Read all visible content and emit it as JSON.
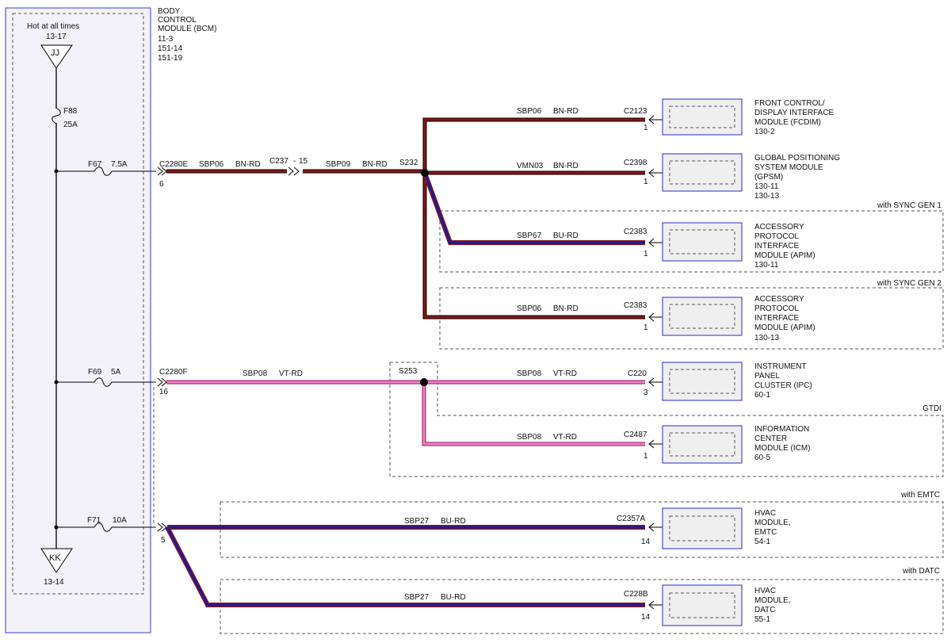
{
  "colors": {
    "bn_rd": "#8b1414",
    "bu_rd": "#1a1aa0",
    "vt_rd": "#f07ec8",
    "module_border": "#2a2ad0",
    "module_fill": "#efefef",
    "bcm_fill": "#f2f2f8"
  },
  "icons": {
    "power_source": "triangle-jj",
    "ground": "triangle-kk",
    "connector": "chevron-connector",
    "splice": "black-dot"
  },
  "bcm": {
    "hot_label": "Hot at all times",
    "hot_ref": "13-17",
    "source_letter": "JJ",
    "ground_letter": "KK",
    "ground_ref": "13-14",
    "title_lines": [
      "BODY",
      "CONTROL",
      "MODULE (BCM)",
      "11-3",
      "151-14",
      "151-19"
    ],
    "main_fuse": {
      "id": "F88",
      "rating": "25A"
    },
    "fuses": [
      {
        "id": "F67",
        "rating": "7.5A"
      },
      {
        "id": "F69",
        "rating": "5A"
      },
      {
        "id": "F71",
        "rating": "10A"
      }
    ]
  },
  "circuits": {
    "bcm_out_1": {
      "connector": "C2280E",
      "pin": "6",
      "circuit": "SBP06",
      "color": "BN-RD"
    },
    "inline_1": {
      "connector": "C237",
      "pin": "15",
      "circuit": "SBP09",
      "color": "BN-RD"
    },
    "splice_1": "S232",
    "bcm_out_2": {
      "connector": "C2280F",
      "pin": "16",
      "circuit": "SBP08",
      "color": "VT-RD"
    },
    "splice_2": "S253",
    "bcm_out_3": {
      "pin": "5"
    }
  },
  "branches": [
    {
      "circuit": "SBP06",
      "color": "BN-RD",
      "connector": "C2123",
      "pin": "1",
      "module": [
        "FRONT CONTROL/",
        "DISPLAY INTERFACE",
        "MODULE (FCDIM)",
        "130-2"
      ]
    },
    {
      "circuit": "VMN03",
      "color": "BN-RD",
      "connector": "C2398",
      "pin": "1",
      "module": [
        "GLOBAL POSITIONING",
        "SYSTEM MODULE",
        "(GPSM)",
        "130-11",
        "130-13"
      ]
    },
    {
      "circuit": "SBP67",
      "color": "BU-RD",
      "connector": "C2383",
      "pin": "1",
      "module": [
        "ACCESSORY",
        "PROTOCOL",
        "INTERFACE",
        "MODULE (APIM)",
        "130-11"
      ]
    },
    {
      "circuit": "SBP06",
      "color": "BN-RD",
      "connector": "C2383",
      "pin": "1",
      "module": [
        "ACCESSORY",
        "PROTOCOL",
        "INTERFACE",
        "MODULE (APIM)",
        "130-13"
      ]
    },
    {
      "circuit": "SBP08",
      "color": "VT-RD",
      "connector": "C220",
      "pin": "3",
      "module": [
        "INSTRUMENT",
        "PANEL",
        "CLUSTER (IPC)",
        "60-1"
      ]
    },
    {
      "circuit": "SBP08",
      "color": "VT-RD",
      "connector": "C2487",
      "pin": "1",
      "module": [
        "INFORMATION",
        "CENTER",
        "MODULE (ICM)",
        "60-5"
      ]
    },
    {
      "circuit": "SBP27",
      "color": "BU-RD",
      "connector": "C2357A",
      "pin": "14",
      "module": [
        "HVAC",
        "MODULE,",
        "EMTC",
        "54-1"
      ]
    },
    {
      "circuit": "SBP27",
      "color": "BU-RD",
      "connector": "C228B",
      "pin": "14",
      "module": [
        "HVAC",
        "MODULE,",
        "DATC",
        "55-1"
      ]
    }
  ],
  "options": {
    "sync_gen1": "with SYNC GEN 1",
    "sync_gen2": "with SYNC GEN 2",
    "gtdi": "GTDI",
    "emtc": "with EMTC",
    "datc": "with DATC"
  }
}
